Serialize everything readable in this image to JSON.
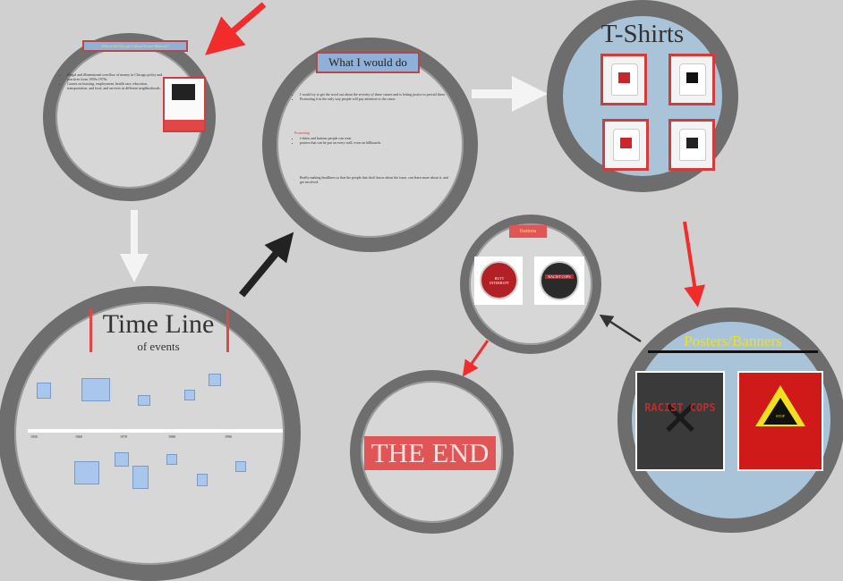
{
  "top_left_circle": {
    "title": "What is the Chicago Cultural Ecoiee Minority?",
    "bullets": [
      "Illegal and illintentional overflow of money in Chicago policy and practices from 1950s-1970s",
      "Causes on housing, employment, health care, education, transportation, and food, and services in different neighborhoods."
    ]
  },
  "timeline": {
    "title": "Time Line",
    "subtitle": "of events",
    "years": [
      "1950",
      "1960",
      "1970",
      "1980",
      "1990"
    ]
  },
  "what_i_would_do": {
    "title": "What I would do",
    "bullets": [
      "I would try to get the word out about the severity of these causes and is letting justice to prevail them.",
      "Promoting it in the only way people will pay attention to the cause."
    ],
    "sub_heading": "Promoting",
    "sub_bullets": [
      "t-shirts and buttons people can wear",
      "posters that can be put on every wall, even on billboards."
    ],
    "closing": "Really making headlines so that the people that don't know about the issue, can learn more about it, and get involved."
  },
  "tshirts": {
    "title": "T-Shirts"
  },
  "buttons": {
    "title": "Buttons",
    "items": [
      "BUTT INTERRUPT",
      "RACIST COPS"
    ]
  },
  "posters": {
    "title": "Posters/Banners",
    "poster_left": "RACIST COPS",
    "poster_right": "STOP"
  },
  "end": {
    "text": "THE END"
  },
  "colors": {
    "red_arrow": "#f22b2b",
    "white_arrow": "#f4f4f4",
    "black_arrow": "#222222",
    "title_blue": "#8fb0d8",
    "title_red": "#e05555"
  }
}
